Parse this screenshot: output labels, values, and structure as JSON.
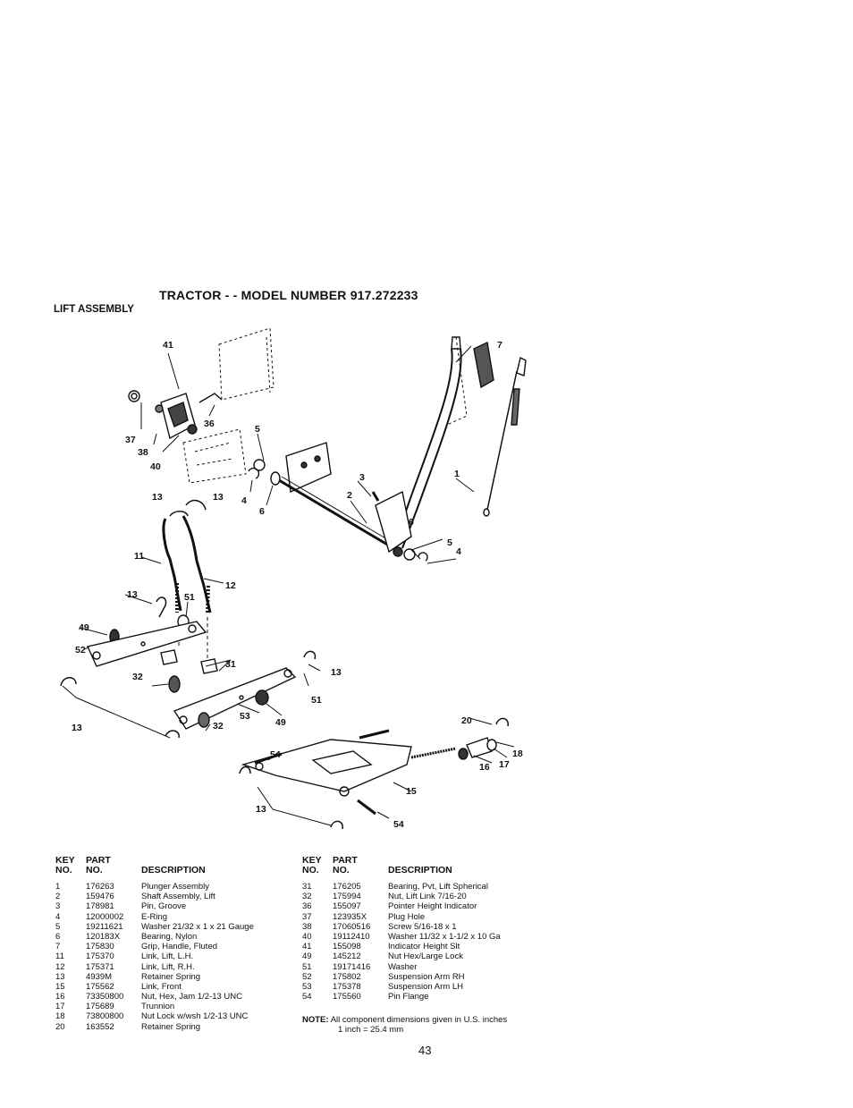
{
  "header": {
    "title": "TRACTOR - - MODEL NUMBER 917.272233",
    "section": "LIFT ASSEMBLY"
  },
  "diagram": {
    "callouts": [
      "41",
      "37",
      "38",
      "36",
      "40",
      "5",
      "13",
      "13",
      "4",
      "6",
      "3",
      "2",
      "7",
      "1",
      "11",
      "12",
      "6",
      "5",
      "4",
      "13",
      "51",
      "49",
      "52",
      "31",
      "13",
      "32",
      "51",
      "53",
      "49",
      "32",
      "13",
      "20",
      "18",
      "16",
      "17",
      "54",
      "15",
      "13",
      "54"
    ]
  },
  "table_headers": {
    "key_top": "KEY",
    "key_bottom": "NO.",
    "part_top": "PART",
    "part_bottom": "NO.",
    "description": "DESCRIPTION"
  },
  "parts_left": [
    {
      "key": "1",
      "part": "176263",
      "desc": "Plunger Assembly"
    },
    {
      "key": "2",
      "part": "159476",
      "desc": "Shaft Assembly, Lift"
    },
    {
      "key": "3",
      "part": "178981",
      "desc": "Pin, Groove"
    },
    {
      "key": "4",
      "part": "12000002",
      "desc": "E-Ring"
    },
    {
      "key": "5",
      "part": "19211621",
      "desc": "Washer 21/32 x 1 x 21 Gauge"
    },
    {
      "key": "6",
      "part": "120183X",
      "desc": "Bearing, Nylon"
    },
    {
      "key": "7",
      "part": "175830",
      "desc": "Grip, Handle, Fluted"
    },
    {
      "key": "11",
      "part": "175370",
      "desc": "Link, Lift, L.H."
    },
    {
      "key": "12",
      "part": "175371",
      "desc": "Link, Lift, R.H."
    },
    {
      "key": "13",
      "part": "4939M",
      "desc": "Retainer Spring"
    },
    {
      "key": "15",
      "part": "175562",
      "desc": "Link, Front"
    },
    {
      "key": "16",
      "part": "73350800",
      "desc": "Nut, Hex, Jam 1/2-13 UNC"
    },
    {
      "key": "17",
      "part": "175689",
      "desc": "Trunnion"
    },
    {
      "key": "18",
      "part": "73800800",
      "desc": "Nut Lock w/wsh 1/2-13 UNC"
    },
    {
      "key": "20",
      "part": "163552",
      "desc": "Retainer Spring"
    }
  ],
  "parts_right": [
    {
      "key": "31",
      "part": "176205",
      "desc": "Bearing, Pvt, Lift Spherical"
    },
    {
      "key": "32",
      "part": "175994",
      "desc": "Nut, Lift Link 7/16-20"
    },
    {
      "key": "36",
      "part": "155097",
      "desc": "Pointer Height Indicator"
    },
    {
      "key": "37",
      "part": "123935X",
      "desc": "Plug Hole"
    },
    {
      "key": "38",
      "part": "17060516",
      "desc": "Screw 5/16-18 x 1"
    },
    {
      "key": "40",
      "part": "19112410",
      "desc": "Washer 11/32 x 1-1/2 x 10 Ga"
    },
    {
      "key": "41",
      "part": "155098",
      "desc": "Indicator Height Slt"
    },
    {
      "key": "49",
      "part": "145212",
      "desc": "Nut Hex/Large Lock"
    },
    {
      "key": "51",
      "part": "19171416",
      "desc": "Washer"
    },
    {
      "key": "52",
      "part": "175802",
      "desc": "Suspension Arm RH"
    },
    {
      "key": "53",
      "part": "175378",
      "desc": "Suspension Arm LH"
    },
    {
      "key": "54",
      "part": "175560",
      "desc": "Pin Flange"
    }
  ],
  "note": {
    "label": "NOTE:",
    "line1": "All component dimensions given in U.S. inches",
    "line2": "1 inch = 25.4 mm"
  },
  "page_number": "43"
}
